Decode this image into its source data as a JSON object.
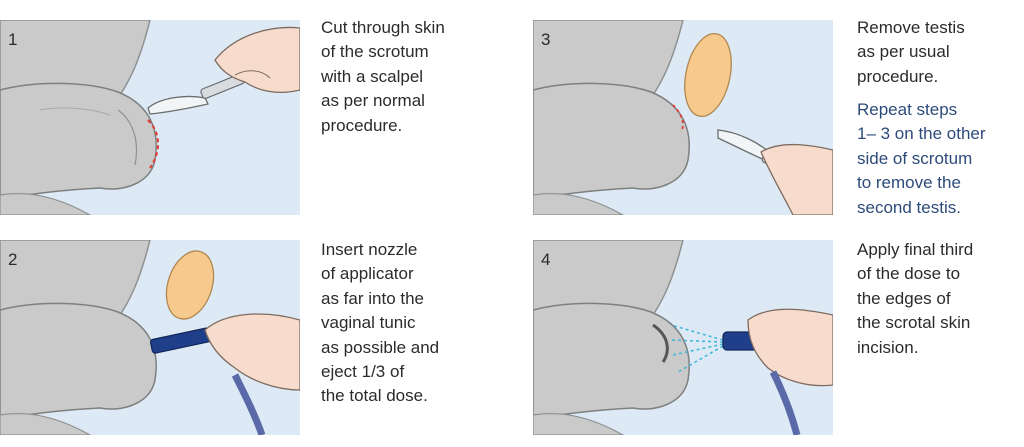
{
  "colors": {
    "panel_bg": "#ddeaf6",
    "body": "#c9cac9",
    "body_dark": "#b6b8b8",
    "skin_hand": "#f7dccd",
    "testis": "#f7c98c",
    "applicator": "#1f3f8a",
    "cut_line": "#e03a33",
    "spray": "#45b8d8",
    "note_text": "#2d4b7a"
  },
  "steps": [
    {
      "number": "1",
      "text": "Cut through skin\nof the scrotum\nwith a scalpel\nas per normal\nprocedure."
    },
    {
      "number": "2",
      "text": "Insert nozzle\nof applicator\nas far into the\nvaginal tunic\nas possible and\neject 1/3 of\nthe total dose."
    },
    {
      "number": "3",
      "text": "Remove testis\nas per usual\nprocedure.",
      "note": "Repeat steps\n1– 3 on the other\nside of scrotum\nto remove the\nsecond testis."
    },
    {
      "number": "4",
      "text": "Apply final third\nof the dose to\nthe edges of\nthe scrotal skin\nincision."
    }
  ],
  "icons": {
    "p1": [
      "animal-hindquarters-icon",
      "scalpel-icon",
      "hand-icon",
      "incision-line-icon"
    ],
    "p2": [
      "animal-hindquarters-icon",
      "testis-icon",
      "applicator-icon",
      "hand-icon",
      "tube-icon"
    ],
    "p3": [
      "animal-hindquarters-icon",
      "testis-icon",
      "scalpel-icon",
      "hand-icon"
    ],
    "p4": [
      "animal-hindquarters-icon",
      "applicator-icon",
      "spray-icon",
      "hand-icon",
      "tube-icon"
    ]
  }
}
